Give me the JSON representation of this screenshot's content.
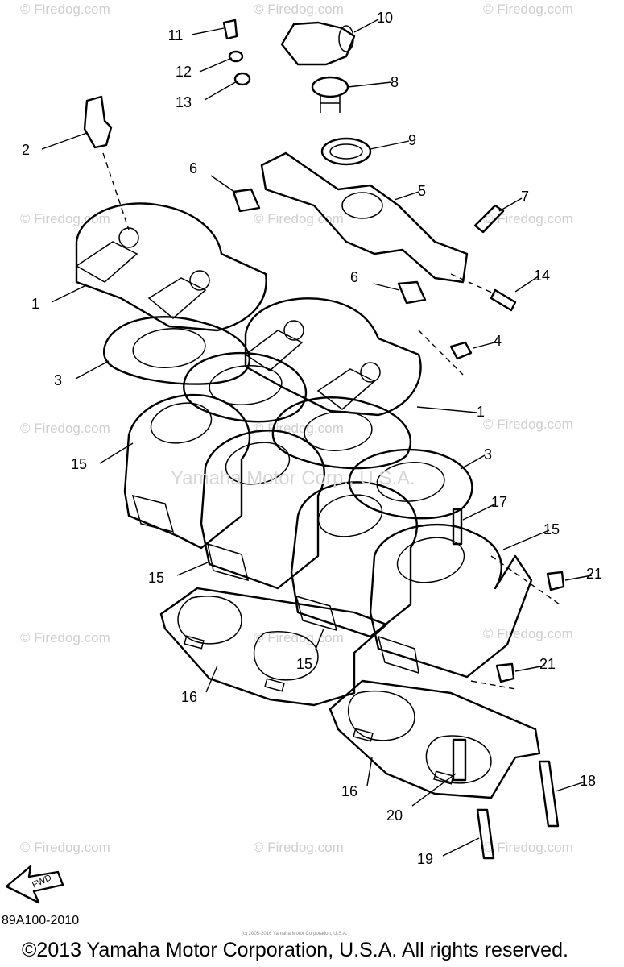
{
  "watermark_text": "© Firedog.com",
  "center_watermark": "Yamaha Motor Corp., U.S.A.",
  "diagram_code": "89A100-2010",
  "footnote": "(c) 2005-2016 Yamaha Motor Corporation, U.S.A.",
  "copyright": "©2013 Yamaha Motor Corporation, U.S.A. All rights reserved.",
  "fwd_label": "FWD",
  "callouts": [
    "11",
    "10",
    "12",
    "13",
    "8",
    "2",
    "9",
    "6",
    "5",
    "7",
    "1",
    "6",
    "14",
    "4",
    "3",
    "1",
    "15",
    "3",
    "17",
    "15",
    "15",
    "21",
    "15",
    "21",
    "16",
    "16",
    "18",
    "20",
    "19"
  ]
}
